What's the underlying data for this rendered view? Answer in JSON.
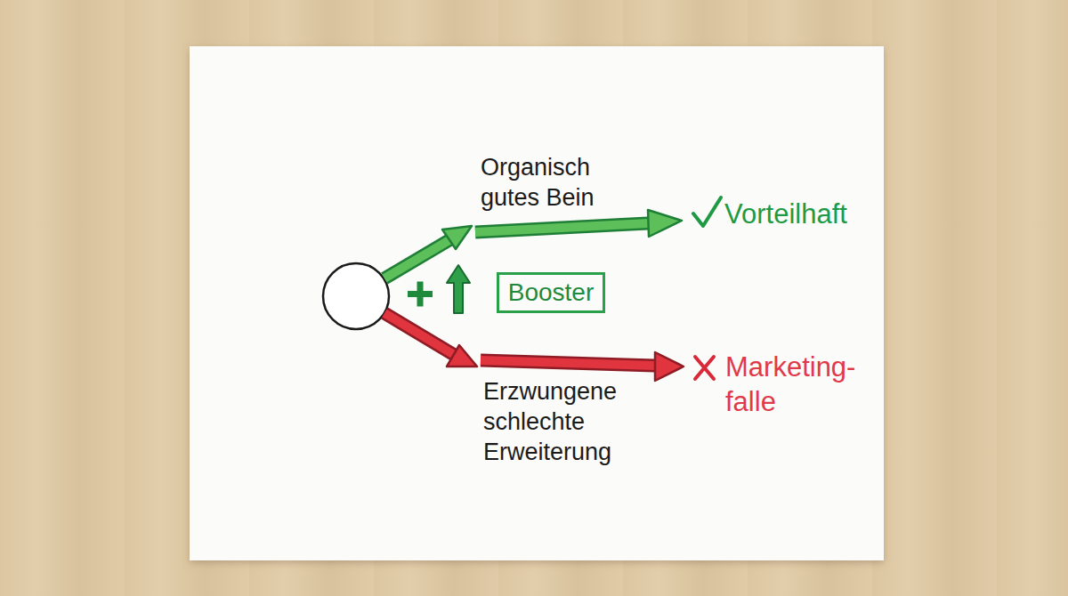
{
  "diagram": {
    "nodes": [
      {
        "text": [
          "Booster"
        ]
      }
    ],
    "labels": [
      "Organisch gutes Bein",
      "Vorteilhaft",
      "Erzwungene schlechte Erweiterung",
      "Marketing- falle"
    ]
  }
}
